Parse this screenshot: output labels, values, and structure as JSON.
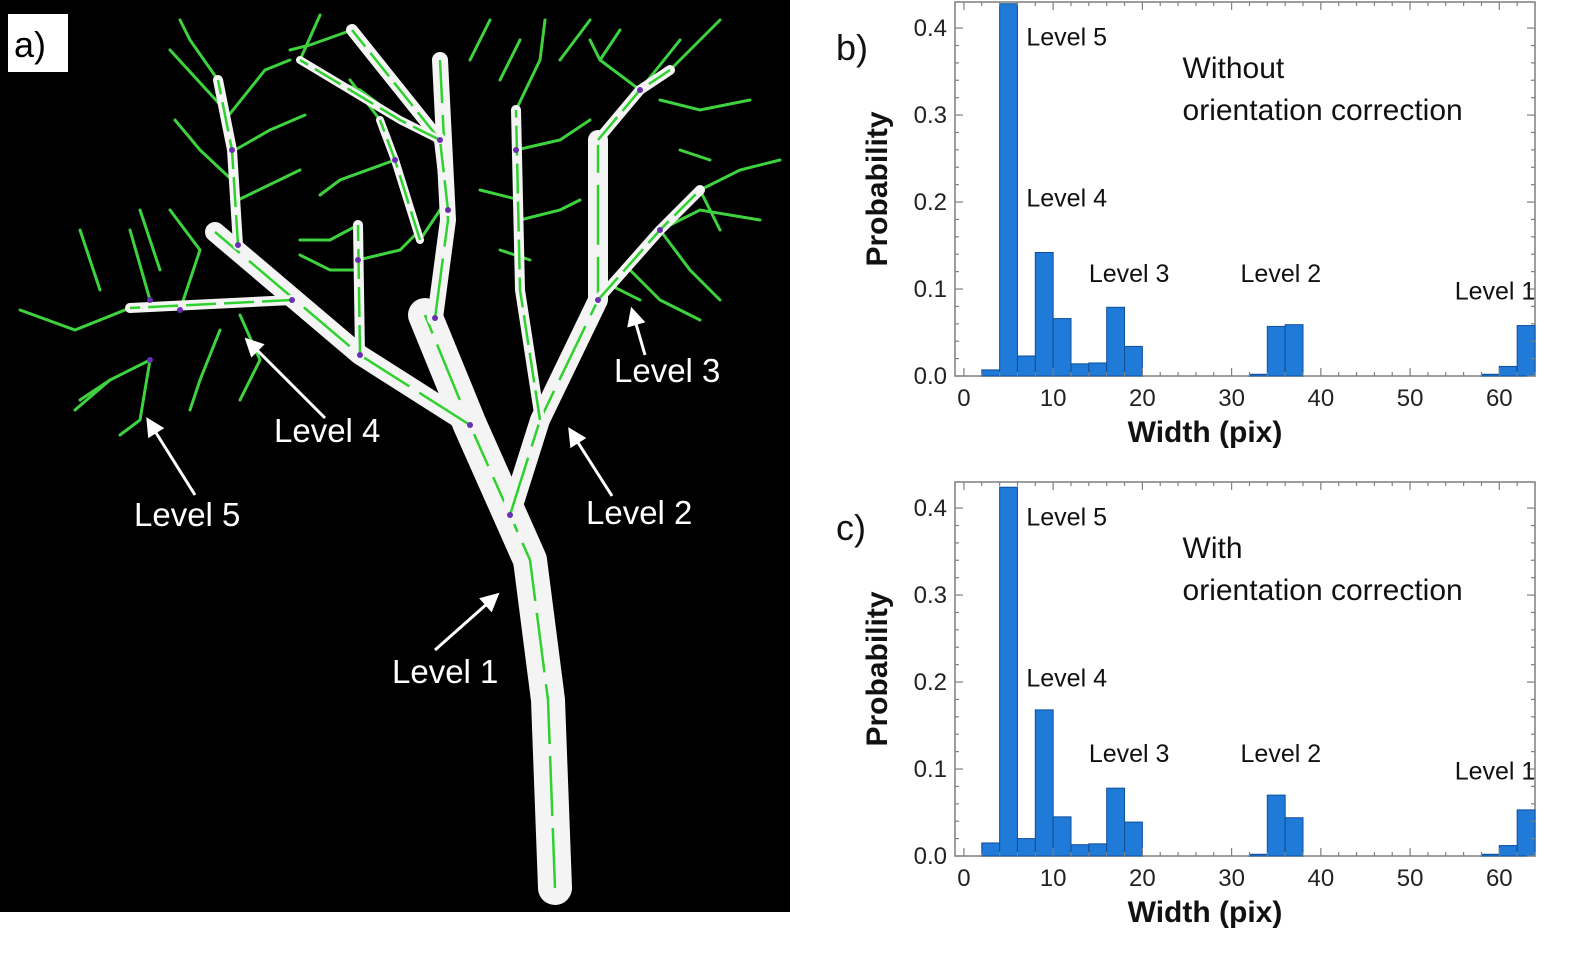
{
  "panel_a": {
    "label": "a)",
    "annotations": [
      "Level 1",
      "Level 2",
      "Level 3",
      "Level 4",
      "Level 5"
    ]
  },
  "chart_data": [
    {
      "type": "bar",
      "panel_label": "b)",
      "annotation": [
        "Without",
        "orientation correction"
      ],
      "xlabel": "Width (pix)",
      "ylabel": "Probability",
      "xlim": [
        -1,
        64
      ],
      "ylim": [
        0,
        0.43
      ],
      "xticks": [
        0,
        10,
        20,
        30,
        40,
        50,
        60
      ],
      "yticks": [
        0.0,
        0.1,
        0.2,
        0.3,
        0.4
      ],
      "bin_width": 2,
      "bars": [
        {
          "x": 3,
          "y": 0.007
        },
        {
          "x": 5,
          "y": 0.428
        },
        {
          "x": 7,
          "y": 0.023
        },
        {
          "x": 9,
          "y": 0.142
        },
        {
          "x": 11,
          "y": 0.066
        },
        {
          "x": 13,
          "y": 0.014
        },
        {
          "x": 15,
          "y": 0.015
        },
        {
          "x": 17,
          "y": 0.079
        },
        {
          "x": 19,
          "y": 0.034
        },
        {
          "x": 33,
          "y": 0.002
        },
        {
          "x": 35,
          "y": 0.057
        },
        {
          "x": 37,
          "y": 0.059
        },
        {
          "x": 59,
          "y": 0.002
        },
        {
          "x": 61,
          "y": 0.011
        },
        {
          "x": 63,
          "y": 0.058
        }
      ],
      "level_labels": [
        {
          "text": "Level 5",
          "x": 7,
          "y": 0.38
        },
        {
          "text": "Level 4",
          "x": 7,
          "y": 0.195
        },
        {
          "text": "Level 3",
          "x": 14,
          "y": 0.108
        },
        {
          "text": "Level 2",
          "x": 31,
          "y": 0.108
        },
        {
          "text": "Level 1",
          "x": 55,
          "y": 0.088
        }
      ],
      "color": "#1f7ad8",
      "grid": false
    },
    {
      "type": "bar",
      "panel_label": "c)",
      "annotation": [
        "With",
        "orientation correction"
      ],
      "xlabel": "Width (pix)",
      "ylabel": "Probability",
      "xlim": [
        -1,
        64
      ],
      "ylim": [
        0,
        0.43
      ],
      "xticks": [
        0,
        10,
        20,
        30,
        40,
        50,
        60
      ],
      "yticks": [
        0.0,
        0.1,
        0.2,
        0.3,
        0.4
      ],
      "bin_width": 2,
      "bars": [
        {
          "x": 3,
          "y": 0.015
        },
        {
          "x": 5,
          "y": 0.424
        },
        {
          "x": 7,
          "y": 0.02
        },
        {
          "x": 9,
          "y": 0.168
        },
        {
          "x": 11,
          "y": 0.045
        },
        {
          "x": 13,
          "y": 0.013
        },
        {
          "x": 15,
          "y": 0.014
        },
        {
          "x": 17,
          "y": 0.078
        },
        {
          "x": 19,
          "y": 0.039
        },
        {
          "x": 33,
          "y": 0.002
        },
        {
          "x": 35,
          "y": 0.07
        },
        {
          "x": 37,
          "y": 0.044
        },
        {
          "x": 59,
          "y": 0.002
        },
        {
          "x": 61,
          "y": 0.012
        },
        {
          "x": 63,
          "y": 0.053
        }
      ],
      "level_labels": [
        {
          "text": "Level 5",
          "x": 7,
          "y": 0.38
        },
        {
          "text": "Level 4",
          "x": 7,
          "y": 0.195
        },
        {
          "text": "Level 3",
          "x": 14,
          "y": 0.108
        },
        {
          "text": "Level 2",
          "x": 31,
          "y": 0.108
        },
        {
          "text": "Level 1",
          "x": 55,
          "y": 0.088
        }
      ],
      "color": "#1f7ad8",
      "grid": false
    }
  ]
}
